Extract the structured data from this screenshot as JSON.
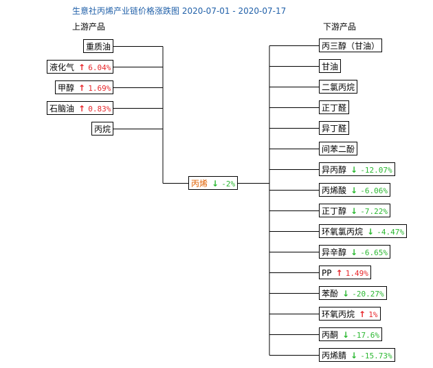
{
  "title": "生意社丙烯产业链价格涨跌图 2020-07-01 - 2020-07-17",
  "upstream_header": "上游产品",
  "downstream_header": "下游产品",
  "center": {
    "name": "丙烯",
    "direction": "down",
    "change": "-2%"
  },
  "upstream": [
    {
      "name": "重质油",
      "direction": "",
      "change": ""
    },
    {
      "name": "液化气",
      "direction": "up",
      "change": "6.04%"
    },
    {
      "name": "甲醇",
      "direction": "up",
      "change": "1.69%"
    },
    {
      "name": "石脑油",
      "direction": "up",
      "change": "0.83%"
    },
    {
      "name": "丙烷",
      "direction": "",
      "change": ""
    }
  ],
  "downstream": [
    {
      "name": "丙三醇（甘油）",
      "direction": "",
      "change": ""
    },
    {
      "name": "甘油",
      "direction": "",
      "change": ""
    },
    {
      "name": "二氯丙烷",
      "direction": "",
      "change": ""
    },
    {
      "name": "正丁醛",
      "direction": "",
      "change": ""
    },
    {
      "name": "异丁醛",
      "direction": "",
      "change": ""
    },
    {
      "name": "间苯二酚",
      "direction": "",
      "change": ""
    },
    {
      "name": "异丙醇",
      "direction": "down",
      "change": "-12.07%"
    },
    {
      "name": "丙烯酸",
      "direction": "down",
      "change": "-6.06%"
    },
    {
      "name": "正丁醇",
      "direction": "down",
      "change": "-7.22%"
    },
    {
      "name": "环氧氯丙烷",
      "direction": "down",
      "change": "-4.47%"
    },
    {
      "name": "异辛醇",
      "direction": "down",
      "change": "-6.65%"
    },
    {
      "name": "PP",
      "direction": "up",
      "change": "1.49%"
    },
    {
      "name": "苯酚",
      "direction": "down",
      "change": "-20.27%"
    },
    {
      "name": "环氧丙烷",
      "direction": "up",
      "change": "1%"
    },
    {
      "name": "丙酮",
      "direction": "down",
      "change": "-17.6%"
    },
    {
      "name": "丙烯腈",
      "direction": "down",
      "change": "-15.73%"
    }
  ],
  "arrows": {
    "up": "↑",
    "down": "↓"
  },
  "colors": {
    "title": "#1f5fa8",
    "center": "#e06000",
    "up": "#e8262a",
    "down": "#2ab830",
    "line": "#000000"
  }
}
